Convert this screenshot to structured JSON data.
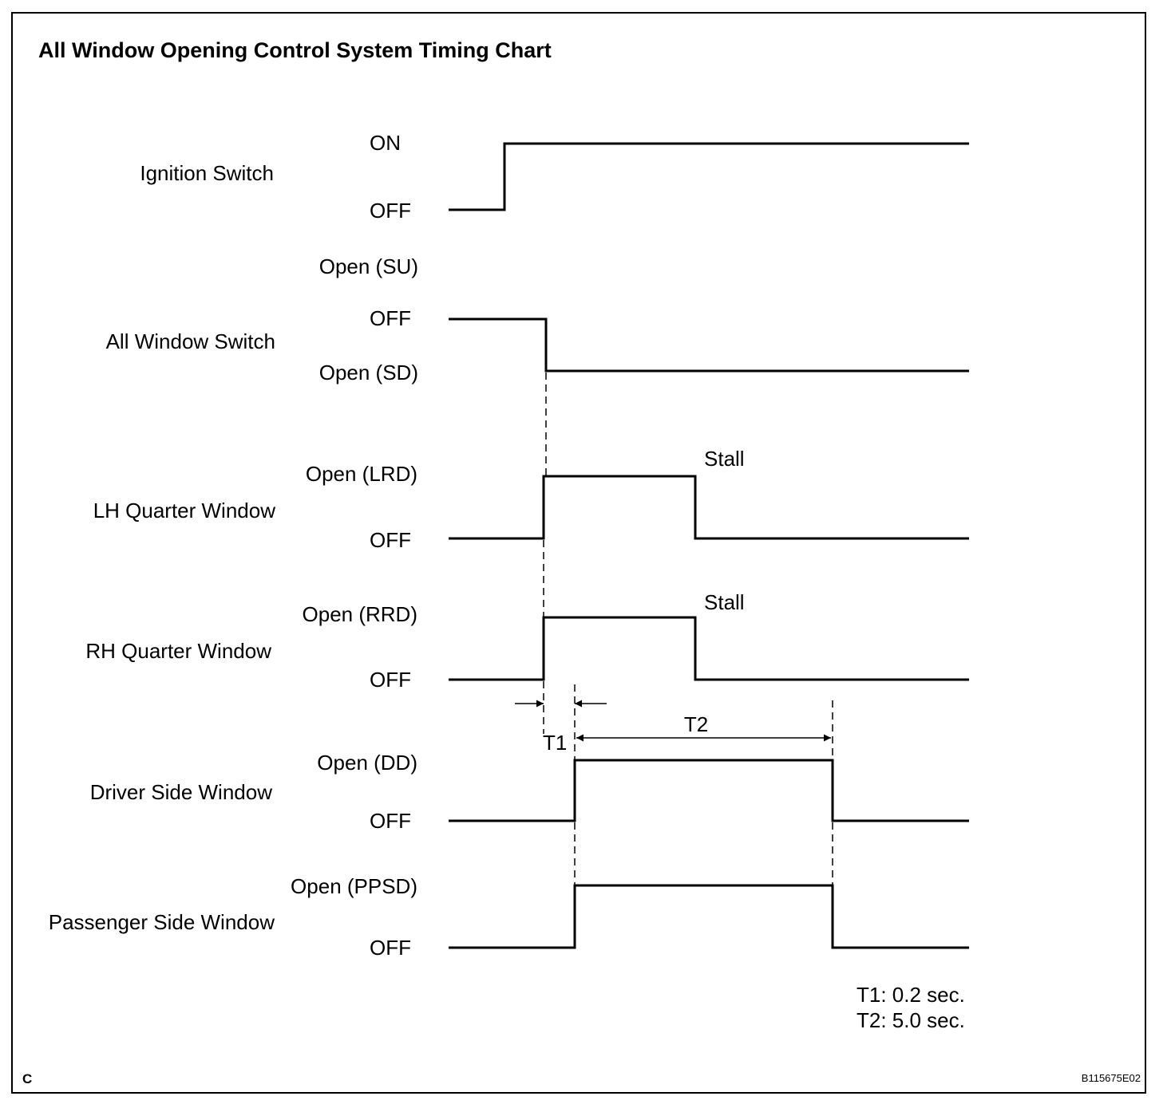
{
  "title": "All Window Opening Control System Timing Chart",
  "signals": [
    {
      "id": "ignition",
      "name": "Ignition Switch",
      "high": "ON",
      "low": "OFF"
    },
    {
      "id": "all-window",
      "name": "All Window Switch",
      "top": "Open (SU)",
      "high": "OFF",
      "low": "Open (SD)"
    },
    {
      "id": "lh-quarter",
      "name": "LH Quarter Window",
      "high": "Open (LRD)",
      "low": "OFF",
      "event": "Stall"
    },
    {
      "id": "rh-quarter",
      "name": "RH Quarter Window",
      "high": "Open (RRD)",
      "low": "OFF",
      "event": "Stall"
    },
    {
      "id": "driver",
      "name": "Driver Side Window",
      "high": "Open (DD)",
      "low": "OFF"
    },
    {
      "id": "passenger",
      "name": "Passenger Side Window",
      "high": "Open (PPSD)",
      "low": "OFF"
    }
  ],
  "intervals": {
    "t1_label": "T1",
    "t2_label": "T2"
  },
  "notes": {
    "t1": "T1: 0.2 sec.",
    "t2": "T2: 5.0 sec."
  },
  "corner_mark": "C",
  "figure_code": "B115675E02"
}
